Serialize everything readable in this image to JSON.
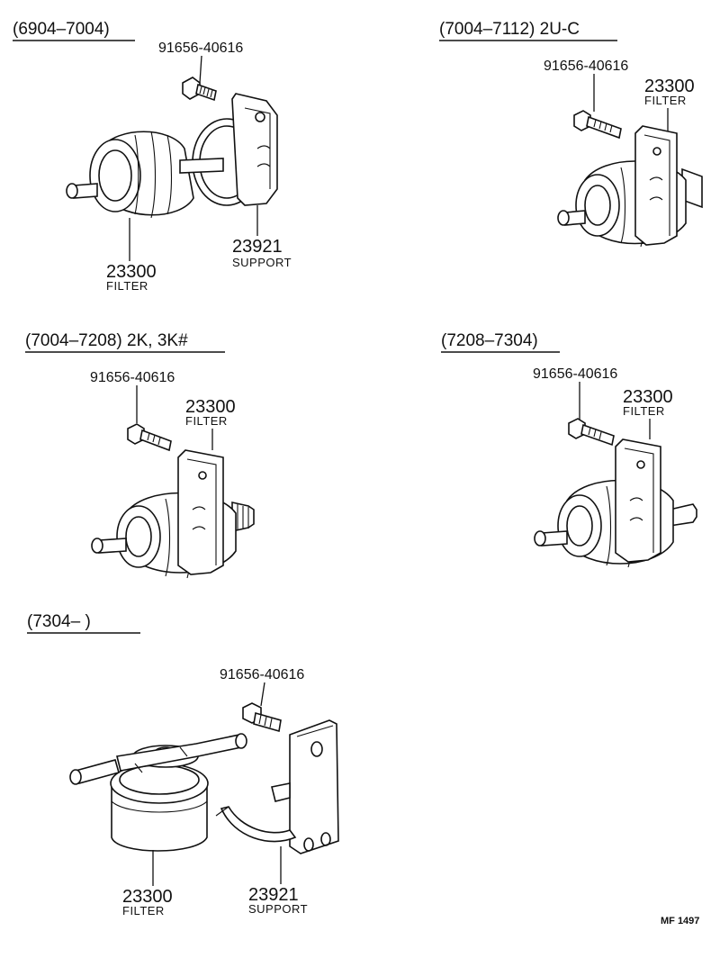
{
  "sections": [
    {
      "id": "s1",
      "heading": "(6904–7004)",
      "bolt_part_no": "91656-40616",
      "filter": {
        "part_no": "23300",
        "label": "FILTER"
      },
      "support": {
        "part_no": "23921",
        "label": "SUPPORT"
      }
    },
    {
      "id": "s2",
      "heading": "(7004–7112)  2U-C",
      "bolt_part_no": "91656-40616",
      "filter": {
        "part_no": "23300",
        "label": "FILTER"
      }
    },
    {
      "id": "s3",
      "heading": "(7004–7208)  2K, 3K#",
      "bolt_part_no": "91656-40616",
      "filter": {
        "part_no": "23300",
        "label": "FILTER"
      }
    },
    {
      "id": "s4",
      "heading": "(7208–7304)",
      "bolt_part_no": "91656-40616",
      "filter": {
        "part_no": "23300",
        "label": "FILTER"
      }
    },
    {
      "id": "s5",
      "heading": "(7304–        )",
      "bolt_part_no": "91656-40616",
      "filter": {
        "part_no": "23300",
        "label": "FILTER"
      },
      "support": {
        "part_no": "23921",
        "label": "SUPPORT"
      }
    }
  ],
  "figure_code": "MF 1497"
}
